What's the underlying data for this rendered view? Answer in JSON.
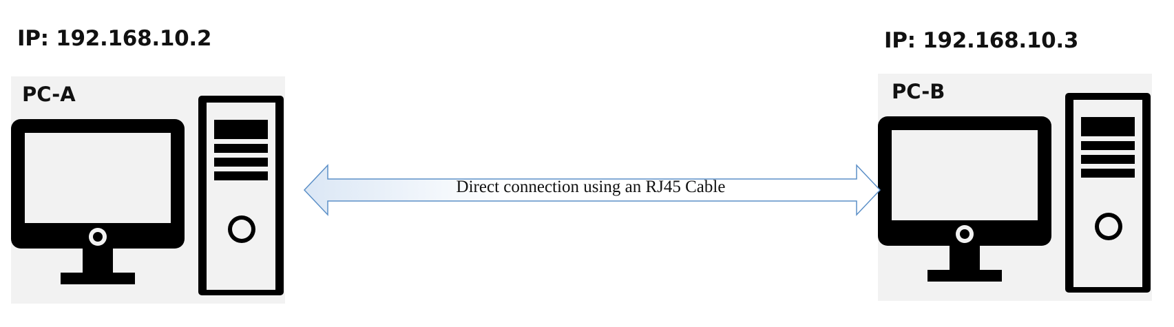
{
  "pc_a": {
    "ip": "IP: 192.168.10.2",
    "name": "PC-A"
  },
  "pc_b": {
    "ip": "IP: 192.168.10.3",
    "name": "PC-B"
  },
  "connection": {
    "label": "Direct connection using an RJ45 Cable"
  },
  "colors": {
    "panel": "#f2f2f2",
    "icon": "#000000",
    "arrow_stroke": "#5b8fc7",
    "arrow_fill_start": "#dbe7f5",
    "arrow_fill_end": "#ffffff"
  },
  "icons": {
    "monitor": "monitor-icon",
    "tower": "computer-tower-icon",
    "arrow": "double-headed-arrow"
  }
}
